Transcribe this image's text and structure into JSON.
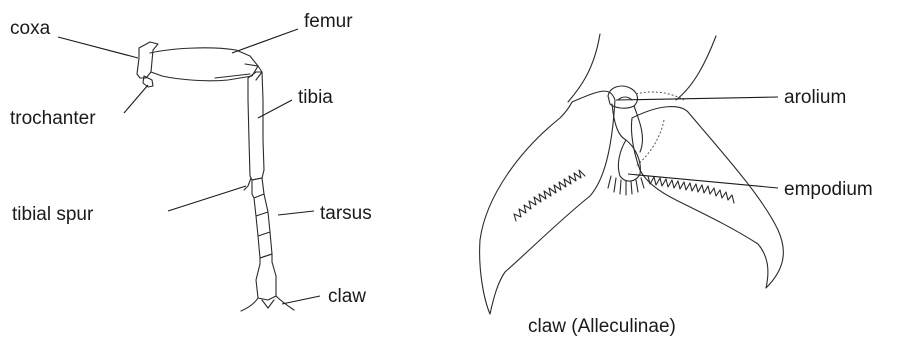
{
  "leg_labels": {
    "coxa": "coxa",
    "femur": "femur",
    "trochanter": "trochanter",
    "tibia": "tibia",
    "tibial_spur": "tibial  spur",
    "tarsus": "tarsus",
    "claw": "claw"
  },
  "claw_labels": {
    "arolium": "arolium",
    "empodium": "empodium"
  },
  "caption": "claw  (Alleculinae)"
}
